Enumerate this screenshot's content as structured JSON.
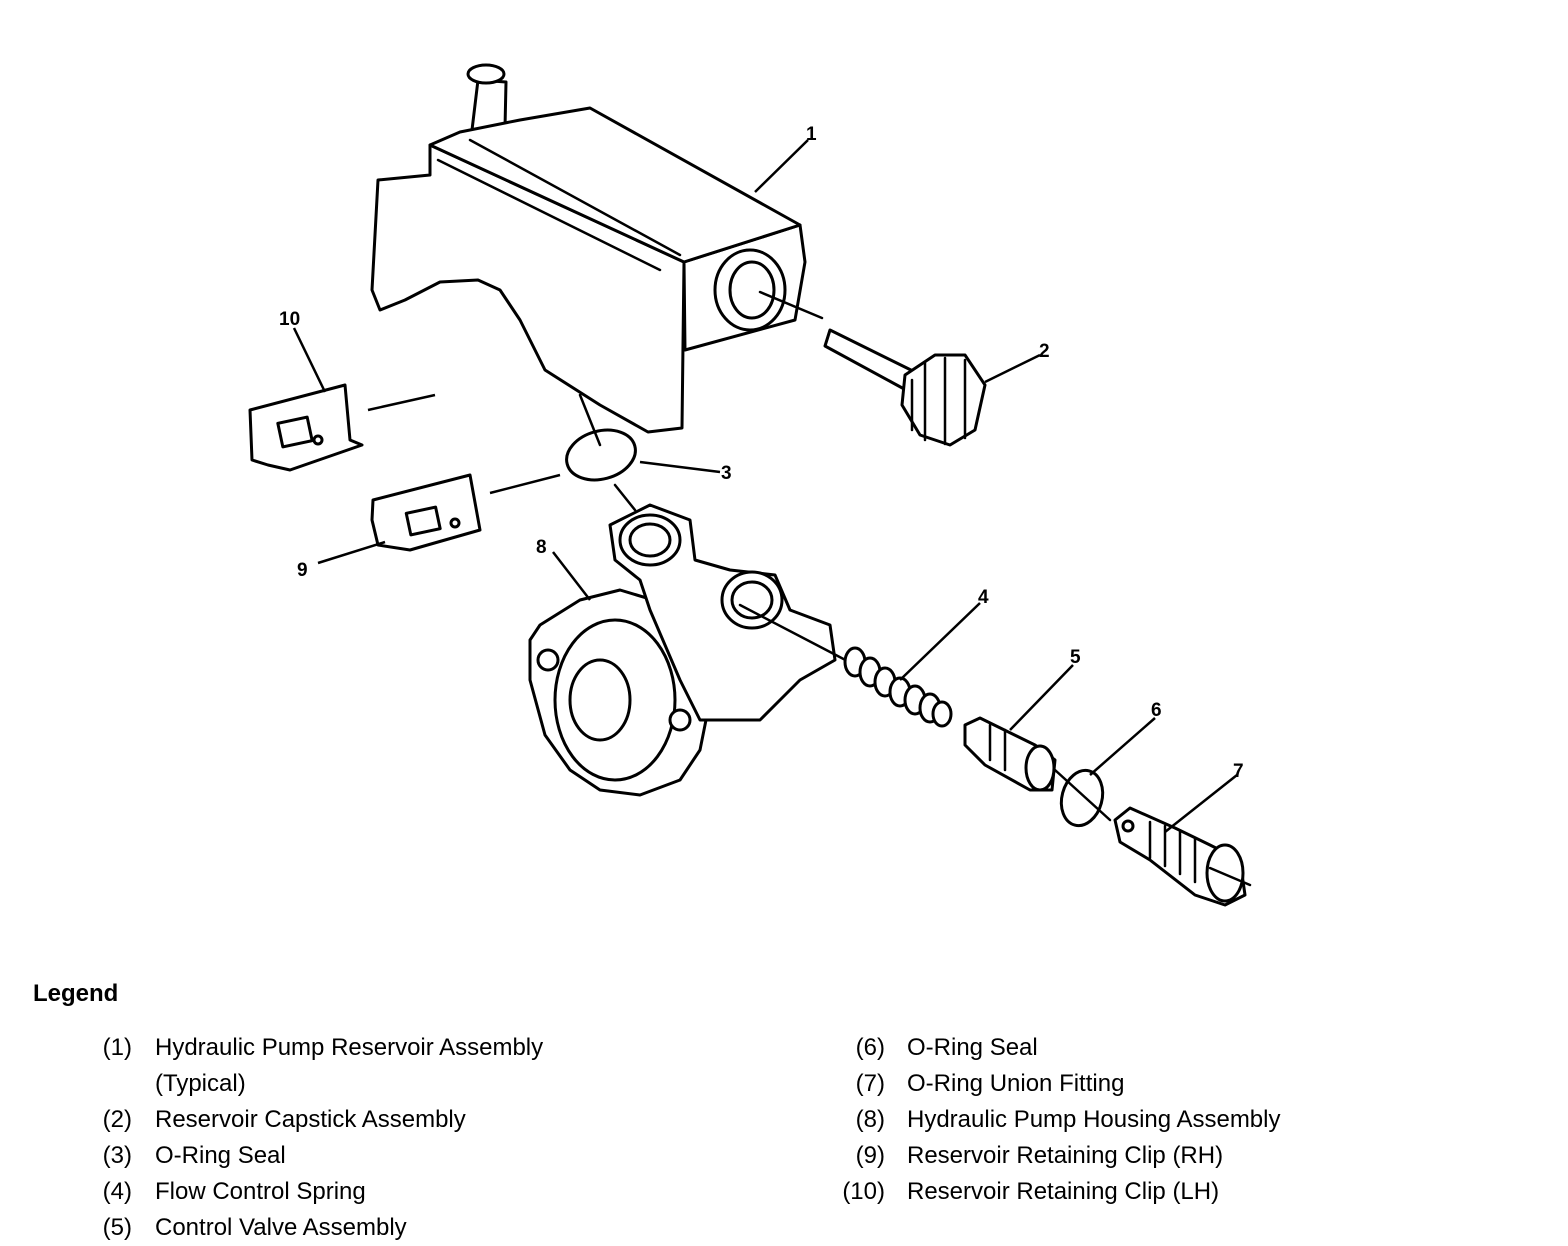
{
  "callouts": {
    "c1": "1",
    "c2": "2",
    "c3": "3",
    "c4": "4",
    "c5": "5",
    "c6": "6",
    "c7": "7",
    "c8": "8",
    "c9": "9",
    "c10": "10"
  },
  "legend": {
    "title": "Legend",
    "left": [
      {
        "num": "(1)",
        "text": "Hydraulic Pump Reservoir Assembly\n(Typical)"
      },
      {
        "num": "(2)",
        "text": "Reservoir Capstick Assembly"
      },
      {
        "num": "(3)",
        "text": "O-Ring Seal"
      },
      {
        "num": "(4)",
        "text": "Flow Control Spring"
      },
      {
        "num": "(5)",
        "text": "Control Valve Assembly"
      }
    ],
    "right": [
      {
        "num": "(6)",
        "text": "O-Ring Seal"
      },
      {
        "num": "(7)",
        "text": "O-Ring Union Fitting"
      },
      {
        "num": "(8)",
        "text": "Hydraulic Pump Housing Assembly"
      },
      {
        "num": "(9)",
        "text": "Reservoir Retaining Clip (RH)"
      },
      {
        "num": "(10)",
        "text": "Reservoir Retaining Clip (LH)"
      }
    ]
  }
}
